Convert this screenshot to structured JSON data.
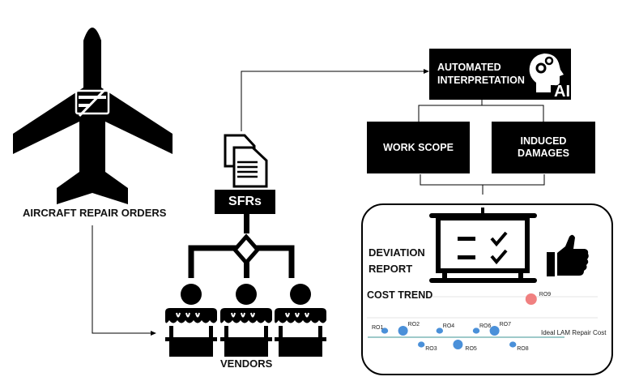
{
  "aircraft": {
    "label": "AIRCRAFT REPAIR ORDERS"
  },
  "sfrs": {
    "label": "SFRs"
  },
  "vendors": {
    "label": "VENDORS",
    "count": 3
  },
  "automated": {
    "line1": "AUTOMATED",
    "line2": "INTERPRETATION",
    "ai_label": "AI"
  },
  "work_scope": {
    "label": "WORK SCOPE"
  },
  "induced_damages": {
    "line1": "INDUCED",
    "line2": "DAMAGES"
  },
  "deviation_report": {
    "line1": "DEVIATION",
    "line2": "REPORT"
  },
  "cost_trend": {
    "title": "COST TREND",
    "ideal_label": "Ideal LAM Repair Cost",
    "colors": {
      "normal": "#4a90d9",
      "outlier": "#f08080",
      "ideal_line": "#7fb8b8"
    }
  },
  "chart_data": {
    "type": "scatter",
    "title": "COST TREND",
    "reference_line": "Ideal LAM Repair Cost",
    "points": [
      {
        "label": "RO1",
        "x": 1,
        "above_ideal": true,
        "outlier": false,
        "size": "small"
      },
      {
        "label": "RO2",
        "x": 2,
        "above_ideal": true,
        "outlier": false,
        "size": "large"
      },
      {
        "label": "RO3",
        "x": 3,
        "above_ideal": false,
        "outlier": false,
        "size": "small"
      },
      {
        "label": "RO4",
        "x": 4,
        "above_ideal": true,
        "outlier": false,
        "size": "small"
      },
      {
        "label": "RO5",
        "x": 5,
        "above_ideal": false,
        "outlier": false,
        "size": "large"
      },
      {
        "label": "RO6",
        "x": 6,
        "above_ideal": true,
        "outlier": false,
        "size": "small"
      },
      {
        "label": "RO7",
        "x": 7,
        "above_ideal": true,
        "outlier": false,
        "size": "large"
      },
      {
        "label": "RO8",
        "x": 8,
        "above_ideal": false,
        "outlier": false,
        "size": "small"
      },
      {
        "label": "RO9",
        "x": 9,
        "above_ideal": true,
        "outlier": true,
        "size": "large"
      }
    ]
  }
}
